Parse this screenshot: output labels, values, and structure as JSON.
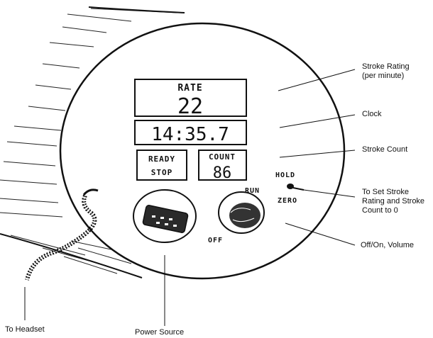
{
  "panel": {
    "rate_label": "RATE",
    "rate_value": "22",
    "clock_value": "14:35.7",
    "ready_label": "READY",
    "stop_label": "STOP",
    "count_label": "COUNT",
    "count_value": "86",
    "hold_label": "HOLD",
    "zero_label": "ZERO",
    "run_label": "RUN",
    "off_label": "OFF"
  },
  "callouts": {
    "stroke_rating": [
      "Stroke Rating",
      "(per minute)"
    ],
    "clock": "Clock",
    "stroke_count": "Stroke Count",
    "set_zero": [
      "To Set Stroke",
      "Rating and Stroke",
      "Count to 0"
    ],
    "off_on_volume": "Off/On, Volume",
    "to_headset": "To Headset",
    "power_source": "Power Source"
  }
}
